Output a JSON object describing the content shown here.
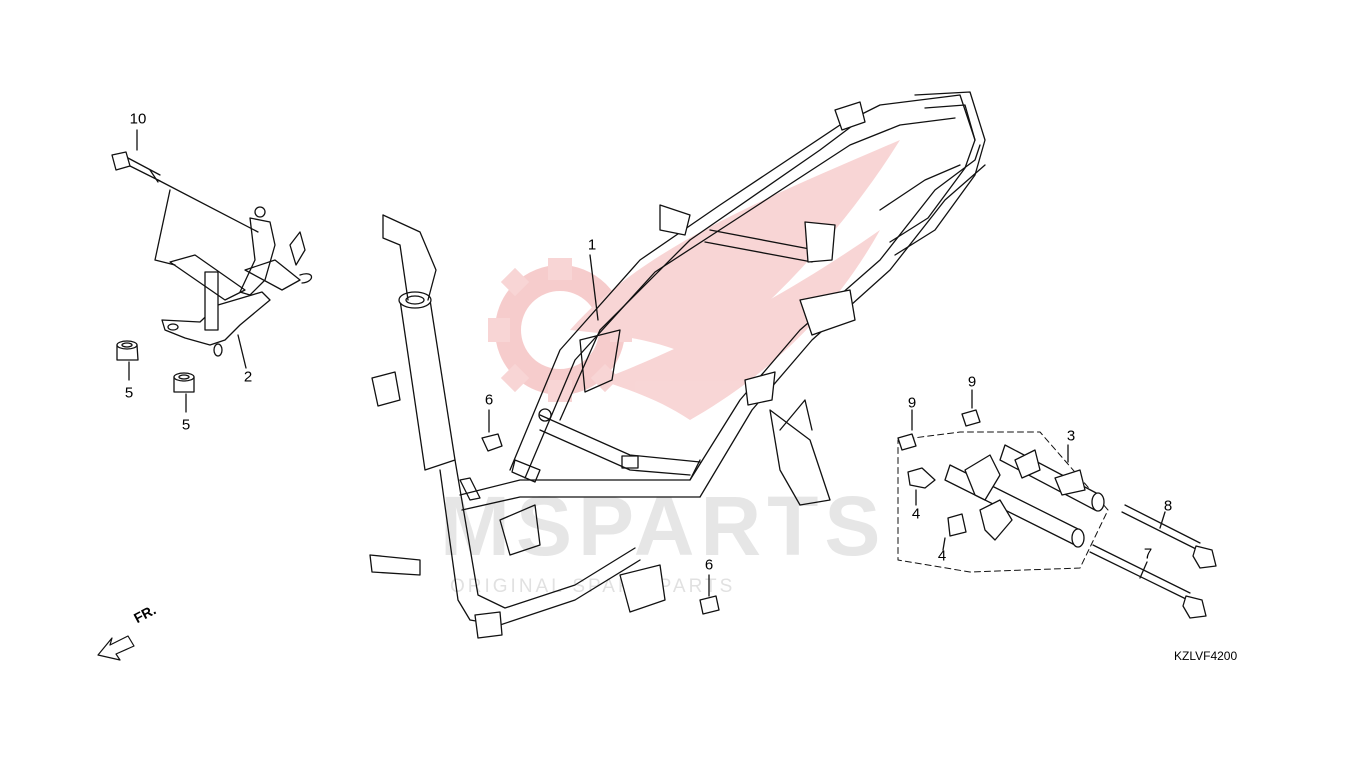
{
  "diagram_code": "KZLVF4200",
  "direction_label": "FR.",
  "watermark": {
    "brand": "MSPARTS",
    "tagline": "ORIGINAL SPARE PARTS",
    "color": "#f2b5b5"
  },
  "callouts": [
    {
      "id": "c1",
      "text": "1"
    },
    {
      "id": "c2",
      "text": "2"
    },
    {
      "id": "c3",
      "text": "3"
    },
    {
      "id": "c4a",
      "text": "4"
    },
    {
      "id": "c4b",
      "text": "4"
    },
    {
      "id": "c5a",
      "text": "5"
    },
    {
      "id": "c5b",
      "text": "5"
    },
    {
      "id": "c6a",
      "text": "6"
    },
    {
      "id": "c6b",
      "text": "6"
    },
    {
      "id": "c7",
      "text": "7"
    },
    {
      "id": "c8",
      "text": "8"
    },
    {
      "id": "c9a",
      "text": "9"
    },
    {
      "id": "c9b",
      "text": "9"
    },
    {
      "id": "c10",
      "text": "10"
    }
  ],
  "icons": {
    "watermark_logo": "gear-wing-logo-icon",
    "front_arrow": "front-direction-arrow-icon"
  }
}
